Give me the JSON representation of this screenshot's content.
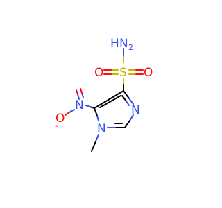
{
  "molecule": {
    "atoms": {
      "nh2_h": "H",
      "nh2_n": "N",
      "s": "S",
      "o_left": "O",
      "o_right": "O",
      "ring_n_top": "N",
      "ring_n_bottom": "N",
      "nitro_n": "N",
      "nitro_plus": "+",
      "nitro_o": "O",
      "nitro_minus": "-"
    },
    "colors": {
      "carbon_bond": "#000000",
      "nitrogen": "#3050F8",
      "oxygen": "#FF0D0D",
      "sulfur": "#C8B400"
    }
  }
}
